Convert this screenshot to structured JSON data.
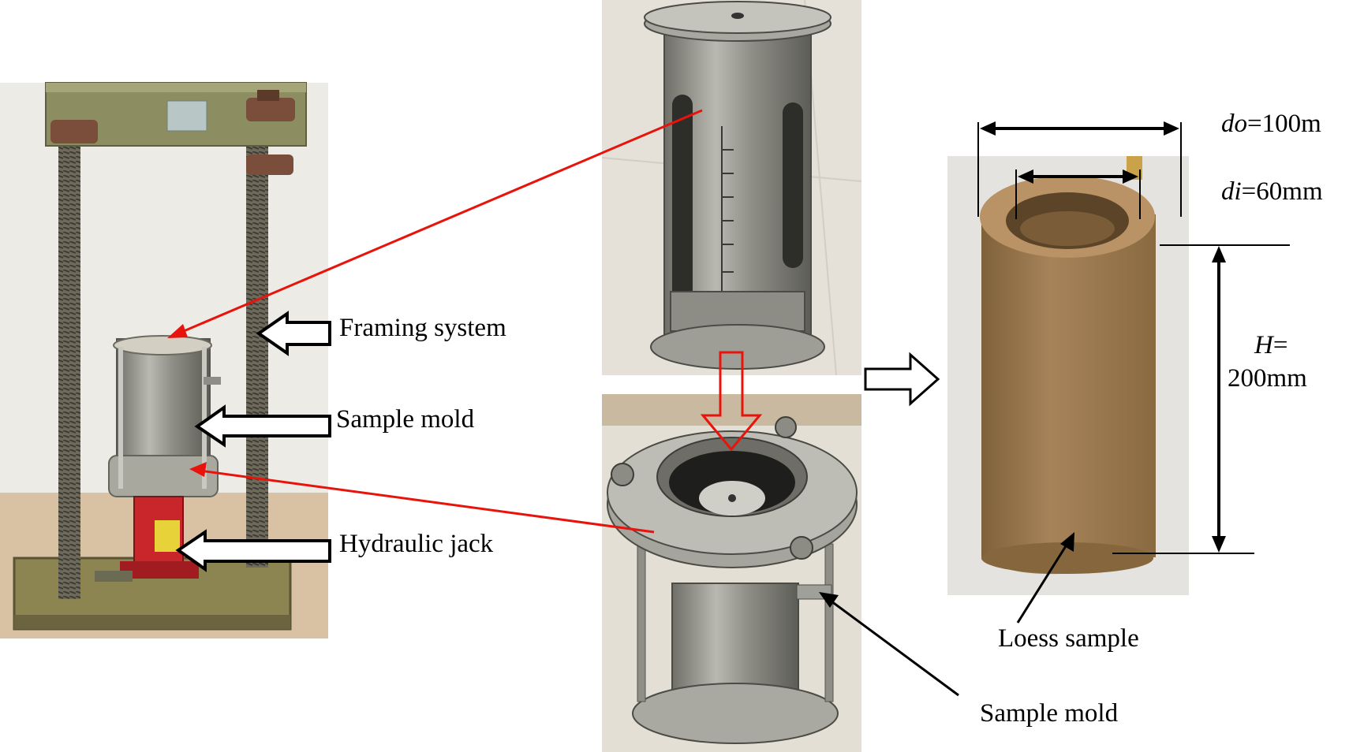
{
  "labels": {
    "framing_system": "Framing system",
    "sample_mold_left": "Sample mold",
    "hydraulic_jack": "Hydraulic jack",
    "loess_sample": "Loess sample",
    "sample_mold_bottom": "Sample mold",
    "do_symbol": "do",
    "do_value": "=100m",
    "di_symbol": "di",
    "di_value": "=60mm",
    "h_symbol": "H",
    "h_eq": "=",
    "h_value": "200mm"
  },
  "colors": {
    "pointer_red": "#e8140c",
    "outline_black": "#000000",
    "soil": "#9d7a4c",
    "steel": "#9a9a92",
    "frame_olive": "#8d8d62"
  }
}
